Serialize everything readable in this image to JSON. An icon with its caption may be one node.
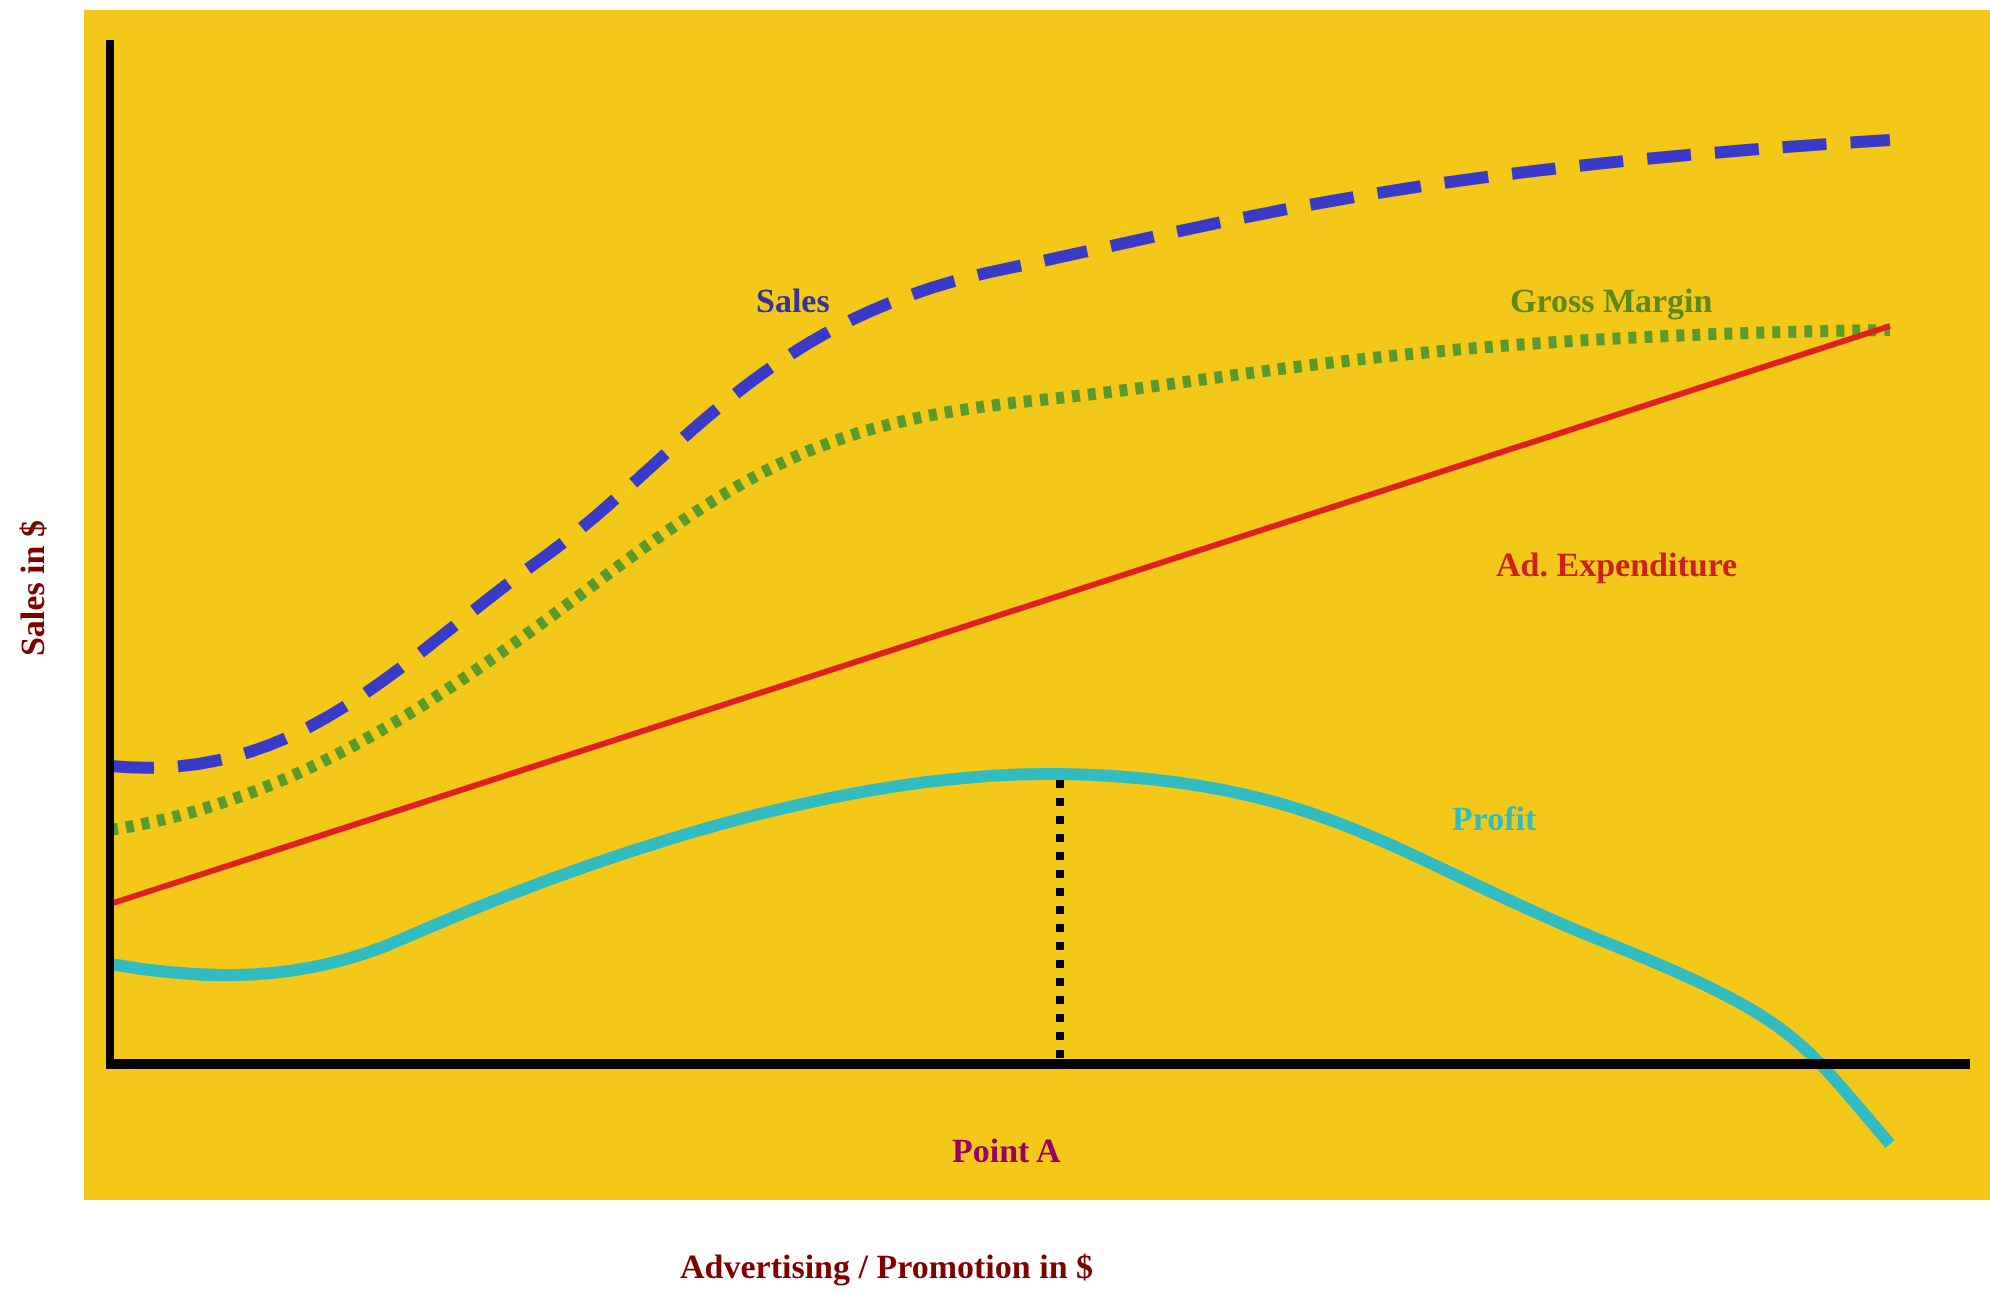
{
  "diagram": {
    "labels": [
      "Sales",
      "Gross Margin",
      "Ad. Expenditure",
      "Sales in $",
      "Profit",
      "Point A",
      "Advertising / Promotion in $"
    ]
  }
}
